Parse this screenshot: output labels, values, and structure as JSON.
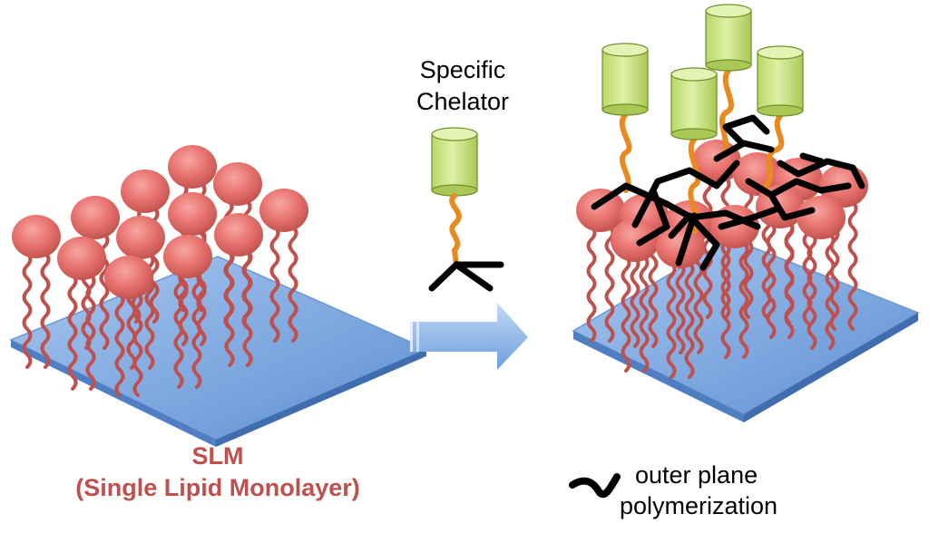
{
  "labels": {
    "slm_title": "SLM",
    "slm_subtitle": "(Single Lipid Monolayer)",
    "chelator_line1": "Specific",
    "chelator_line2": "Chelator",
    "legend_line1": "outer plane",
    "legend_line2": "polymerization"
  },
  "colors": {
    "lipid_head": "#e8736f",
    "lipid_tail": "#c0504d",
    "substrate": "#7aa7df",
    "chelator_cylinder": "#c6e07a",
    "linker": "#e98a1e",
    "polymer": "#000000",
    "arrow": "#7ea9e0"
  }
}
